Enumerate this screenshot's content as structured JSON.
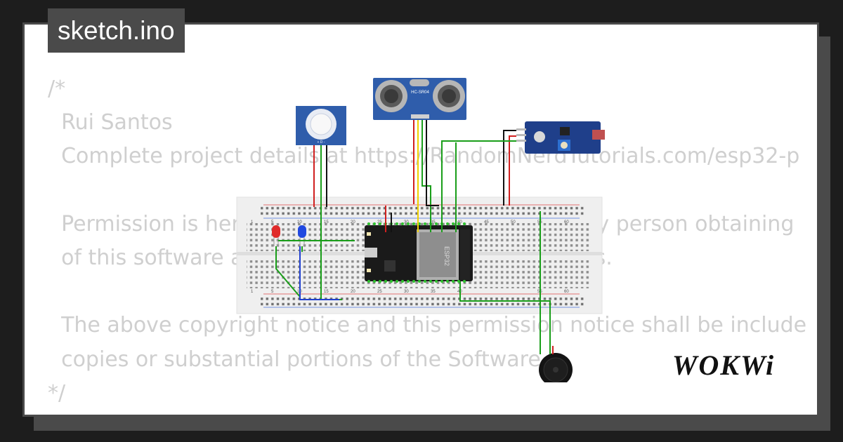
{
  "tab": {
    "label": "sketch.ino"
  },
  "code": {
    "lines": [
      "/*",
      "  Rui Santos",
      "  Complete project details at https://RandomNerdTutorials.com/esp32-p",
      "",
      "  Permission is hereby granted, free of charge, to any person obtaining",
      "  of this software and associated documentation files.",
      "",
      "  The above copyright notice and this permission notice shall be include",
      "  copies or substantial portions of the Software.",
      "*/"
    ]
  },
  "components": {
    "ultrasonic_label": "HC-SR04",
    "esp32_label": "ESP32",
    "pir_pins": "+ D -",
    "breadboard_numbers": [
      "1",
      "5",
      "10",
      "15",
      "20",
      "25",
      "30",
      "35",
      "40",
      "45",
      "50",
      "55",
      "60"
    ]
  },
  "brand": {
    "logo": "WOKWi"
  },
  "colors": {
    "frame": "#4a4a4a",
    "background": "#1d1d1d",
    "code_text": "#cfcfcf",
    "wire_green": "#1a9e1a",
    "wire_red": "#d02020",
    "wire_yellow": "#f0d000",
    "wire_blue": "#2040d0"
  }
}
